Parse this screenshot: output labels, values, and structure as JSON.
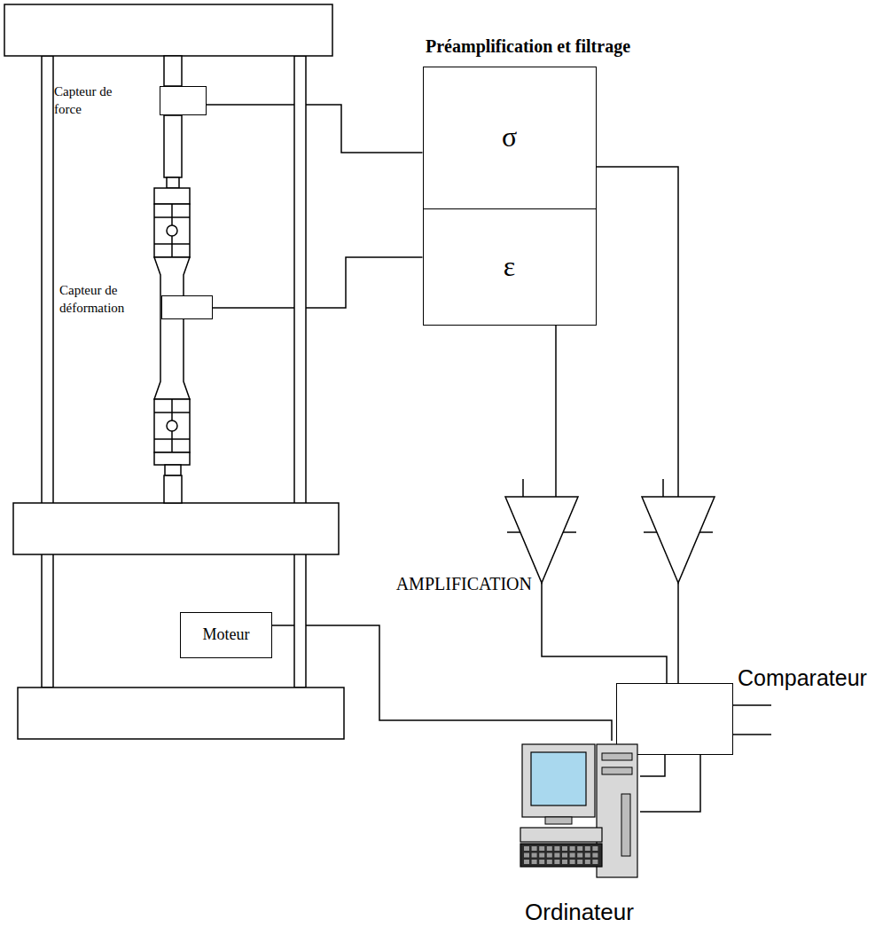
{
  "diagram": {
    "nodes": [
      {
        "text": [
          "Capteur de force"
        ]
      },
      {
        "text": [
          "Capteur de déformation"
        ]
      },
      {
        "text": [
          "Préamplification et filtrage"
        ]
      },
      {
        "text": [
          "σ"
        ],
        "in": 2
      },
      {
        "text": [
          "ε"
        ],
        "in": 2
      },
      {
        "text": [
          "AMPLIFICATION"
        ]
      },
      {
        "text": [
          "Moteur"
        ]
      },
      {
        "text": [
          "Comparateur"
        ]
      },
      {
        "text": [
          "Ordinateur"
        ]
      }
    ],
    "edges": [
      {
        "from": 0,
        "to": 3,
        "arrow": "none"
      },
      {
        "from": 1,
        "to": 4,
        "arrow": "none"
      },
      {
        "from": 4,
        "to": 5,
        "arrow": "none"
      },
      {
        "from": 3,
        "to": 7,
        "arrow": "none"
      },
      {
        "from": 5,
        "to": 7,
        "arrow": "none"
      },
      {
        "from": 6,
        "to": 8,
        "arrow": "none"
      },
      {
        "from": 7,
        "to": 8,
        "arrow": "none"
      },
      {
        "from": 7,
        "to": 8,
        "arrow": "none"
      }
    ]
  }
}
